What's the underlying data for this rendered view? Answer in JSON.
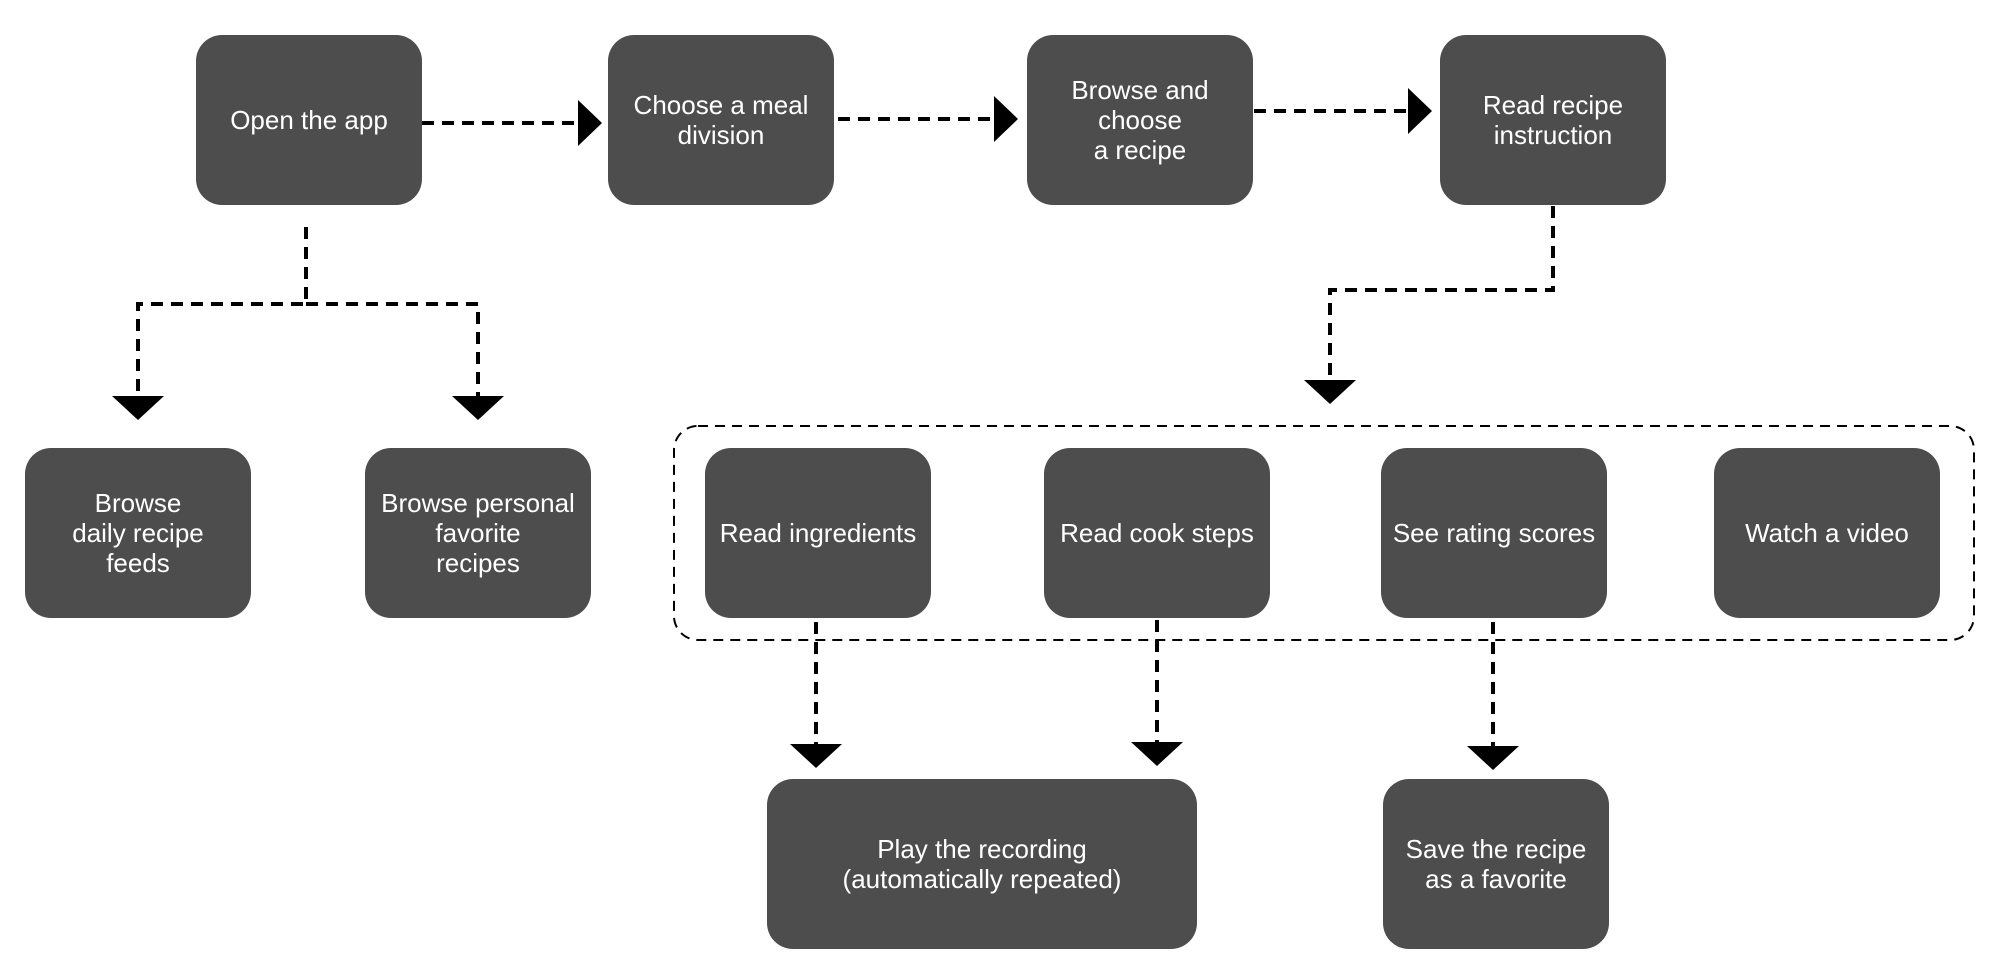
{
  "colors": {
    "node_fill": "#4d4d4d",
    "node_text": "#ffffff",
    "connector": "#000000",
    "group_border": "#000000"
  },
  "nodes": {
    "open_app": "Open the app",
    "choose_meal": "Choose a meal\ndivision",
    "browse_choose": "Browse and\nchoose\na recipe",
    "read_instruction": "Read recipe\ninstruction",
    "browse_daily": "Browse\ndaily recipe\nfeeds",
    "browse_favorites": "Browse personal\nfavorite\nrecipes",
    "read_ingredients": "Read ingredients",
    "read_steps": "Read cook steps",
    "see_ratings": "See rating scores",
    "watch_video": "Watch a video",
    "play_recording": "Play the recording\n(automatically repeated)",
    "save_favorite": "Save the recipe\nas a favorite"
  }
}
